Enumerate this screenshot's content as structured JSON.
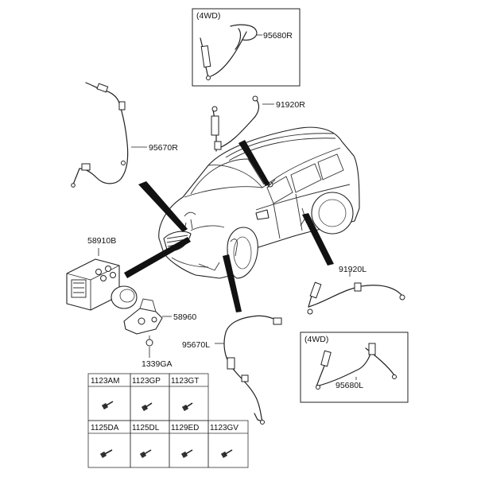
{
  "diagram": {
    "box_top": {
      "title": "(4WD)",
      "part": "95680R"
    },
    "box_bottom": {
      "title": "(4WD)",
      "part": "95680L"
    },
    "labels": {
      "p95670R": "95670R",
      "p91920R": "91920R",
      "p58910B": "58910B",
      "p58960": "58960",
      "p1339GA": "1339GA",
      "p91920L": "91920L",
      "p95670L": "95670L"
    },
    "fastener_table": {
      "row1": [
        "1123AM",
        "1123GP",
        "1123GT"
      ],
      "row2": [
        "1125DA",
        "1125DL",
        "1129ED",
        "1123GV"
      ]
    }
  }
}
